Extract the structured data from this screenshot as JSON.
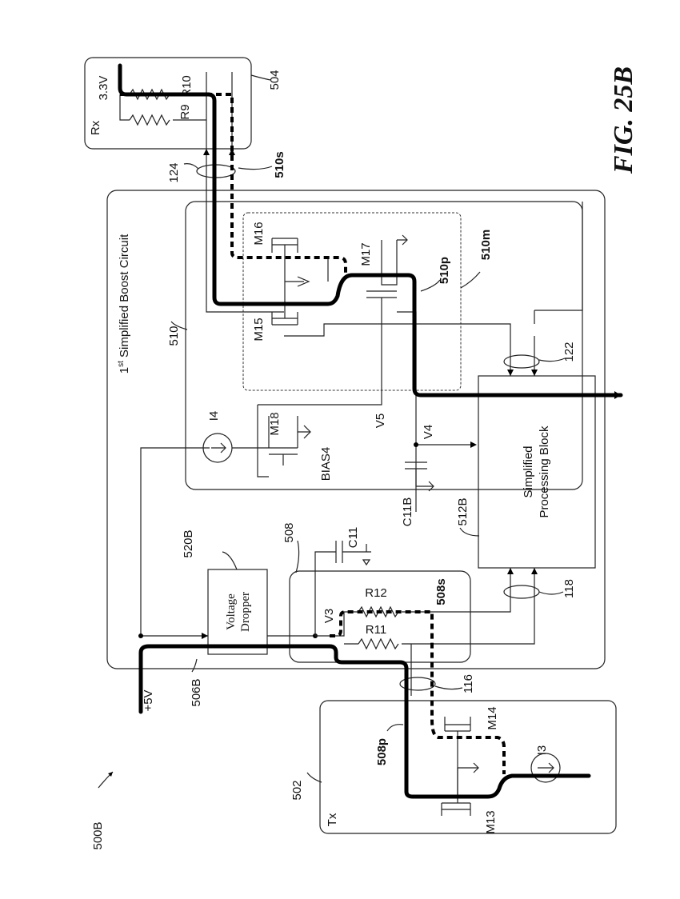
{
  "figure": {
    "ref": "500B",
    "caption": "FIG. 25B"
  },
  "blocks": {
    "boost_circuit": {
      "label_sup": "st",
      "label_pre": "1",
      "label_post": "Simplified Boost Circuit",
      "ref": "510"
    },
    "tx": {
      "label": "Tx",
      "ref": "502"
    },
    "rx": {
      "label": "Rx",
      "ref": "504"
    },
    "processing_block": {
      "line1": "Simplified",
      "line2": "Processing Block",
      "ref": "512B"
    },
    "voltage_dropper": {
      "line1": "Voltage",
      "line2": "Dropper",
      "ref": "520B"
    },
    "resistor_block": {
      "ref": "508"
    }
  },
  "labels": {
    "supply_5v": "+5V",
    "supply_33v": "3.3V",
    "r9": "R9",
    "r10": "R10",
    "r11": "R11",
    "r12": "R12",
    "m13": "M13",
    "m14": "M14",
    "m15": "M15",
    "m16": "M16",
    "m17": "M17",
    "m18": "M18",
    "i3": "I3",
    "i4": "I4",
    "v3": "V3",
    "v4": "V4",
    "v5": "V5",
    "c11": "C11",
    "c11b": "C11B",
    "bias4": "BIAS4",
    "ref_506b": "506B",
    "ref_510s": "510s",
    "ref_510p": "510p",
    "ref_510m": "510m",
    "ref_508s": "508s",
    "ref_508p": "508p",
    "ref_116": "116",
    "ref_118": "118",
    "ref_122": "122",
    "ref_124": "124"
  }
}
